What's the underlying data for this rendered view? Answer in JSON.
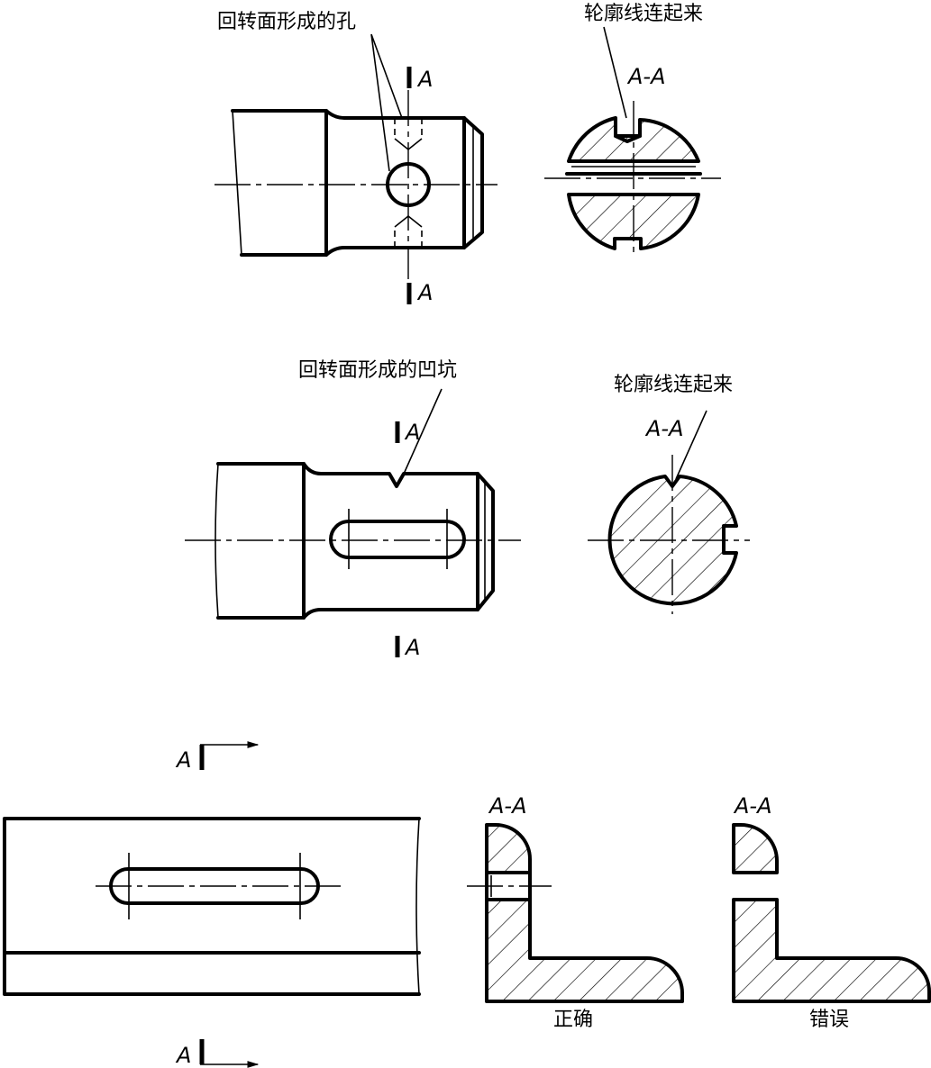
{
  "figure1": {
    "hole_label": "回转面形成的孔",
    "contour_label": "轮廓线连起来",
    "section_title": "A-A",
    "cut_letter_top": "A",
    "cut_letter_bottom": "A"
  },
  "figure2": {
    "pit_label": "回转面形成的凹坑",
    "contour_label": "轮廓线连起来",
    "section_title": "A-A",
    "cut_letter_top": "A",
    "cut_letter_bottom": "A"
  },
  "figure3": {
    "cut_letter_top": "A",
    "cut_letter_bottom": "A",
    "correct_section_title": "A-A",
    "wrong_section_title": "A-A",
    "correct_caption": "正确",
    "wrong_caption": "错误"
  }
}
